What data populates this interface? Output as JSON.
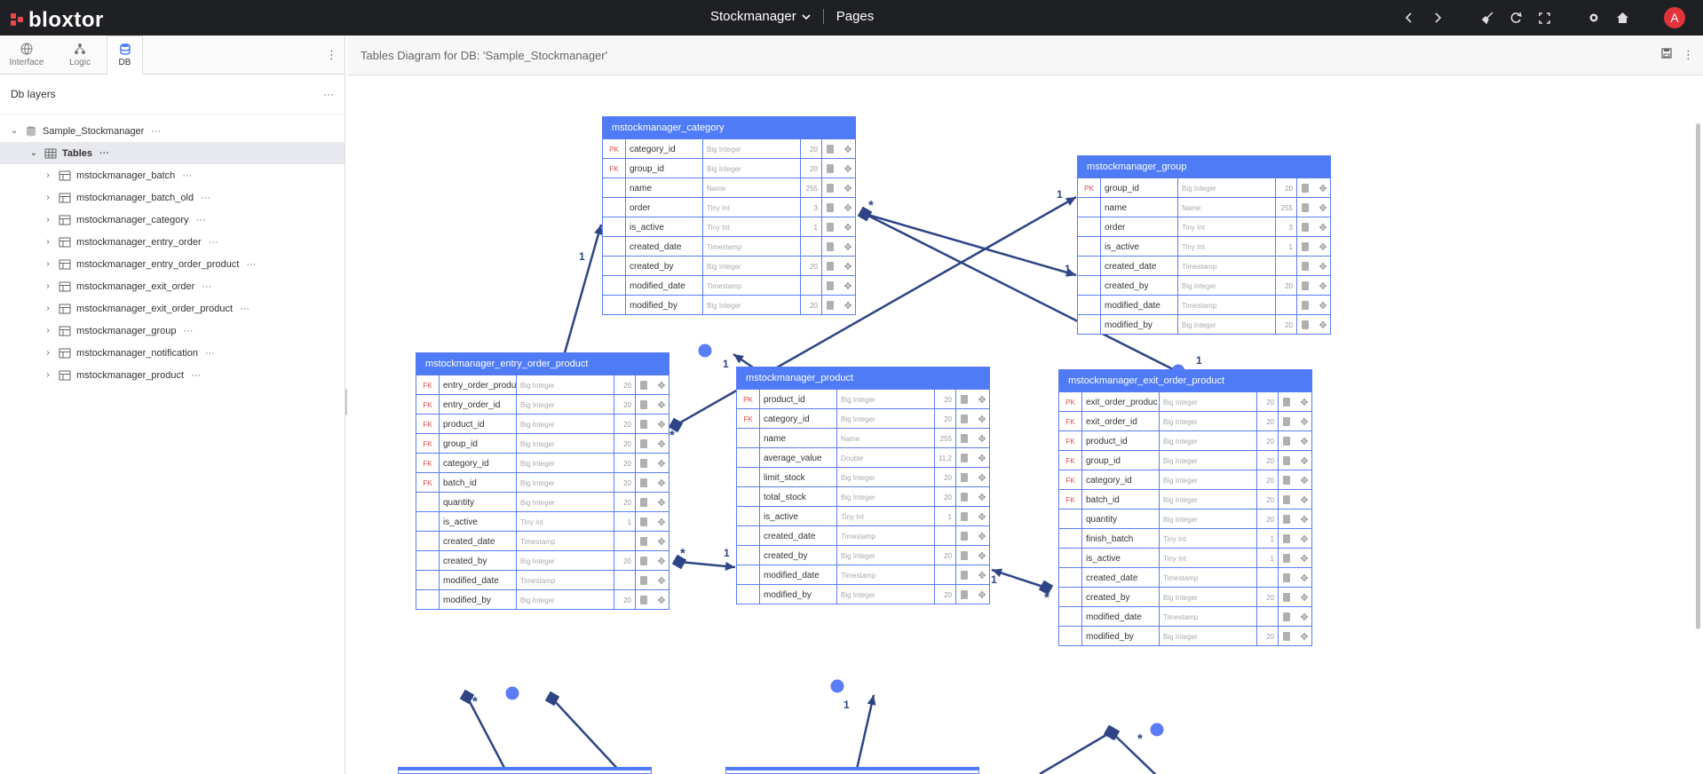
{
  "app": {
    "logo_text": "bloxtor",
    "project": "Stockmanager",
    "pages_label": "Pages",
    "user_initial": "A"
  },
  "left_tabs": [
    {
      "label": "Interface",
      "icon": "globe-icon"
    },
    {
      "label": "Logic",
      "icon": "hierarchy-icon"
    },
    {
      "label": "DB",
      "icon": "database-icon"
    }
  ],
  "panel": {
    "title": "Db layers"
  },
  "tree": {
    "db_name": "Sample_Stockmanager",
    "tables_label": "Tables",
    "items": [
      "mstockmanager_batch",
      "mstockmanager_batch_old",
      "mstockmanager_category",
      "mstockmanager_entry_order",
      "mstockmanager_entry_order_product",
      "mstockmanager_exit_order",
      "mstockmanager_exit_order_product",
      "mstockmanager_group",
      "mstockmanager_notification",
      "mstockmanager_product"
    ]
  },
  "main": {
    "title": "Tables Diagram for DB: 'Sample_Stockmanager'"
  },
  "colors": {
    "accent": "#4f7bf7",
    "edge": "#2e4585",
    "topbar": "#1f2024",
    "fk": "#e24848"
  },
  "relation_labels": {
    "one": "1",
    "many": "*"
  },
  "tables": [
    {
      "name": "mstockmanager_category",
      "columns": [
        {
          "key": "PK",
          "name": "category_id",
          "type": "Big Integer",
          "size": "20"
        },
        {
          "key": "FK",
          "name": "group_id",
          "type": "Big Integer",
          "size": "20"
        },
        {
          "key": "",
          "name": "name",
          "type": "Name",
          "size": "255"
        },
        {
          "key": "",
          "name": "order",
          "type": "Tiny Int",
          "size": "3"
        },
        {
          "key": "",
          "name": "is_active",
          "type": "Tiny Int",
          "size": "1"
        },
        {
          "key": "",
          "name": "created_date",
          "type": "Timestamp",
          "size": ""
        },
        {
          "key": "",
          "name": "created_by",
          "type": "Big Integer",
          "size": "20"
        },
        {
          "key": "",
          "name": "modified_date",
          "type": "Timestamp",
          "size": ""
        },
        {
          "key": "",
          "name": "modified_by",
          "type": "Big Integer",
          "size": "20"
        }
      ]
    },
    {
      "name": "mstockmanager_group",
      "columns": [
        {
          "key": "PK",
          "name": "group_id",
          "type": "Big Integer",
          "size": "20"
        },
        {
          "key": "",
          "name": "name",
          "type": "Name",
          "size": "255"
        },
        {
          "key": "",
          "name": "order",
          "type": "Tiny Int",
          "size": "3"
        },
        {
          "key": "",
          "name": "is_active",
          "type": "Tiny Int",
          "size": "1"
        },
        {
          "key": "",
          "name": "created_date",
          "type": "Timestamp",
          "size": ""
        },
        {
          "key": "",
          "name": "created_by",
          "type": "Big Integer",
          "size": "20"
        },
        {
          "key": "",
          "name": "modified_date",
          "type": "Timestamp",
          "size": ""
        },
        {
          "key": "",
          "name": "modified_by",
          "type": "Big Integer",
          "size": "20"
        }
      ]
    },
    {
      "name": "mstockmanager_entry_order_product",
      "columns": [
        {
          "key": "FK",
          "name": "entry_order_produ",
          "type": "Big Integer",
          "size": "20"
        },
        {
          "key": "FK",
          "name": "entry_order_id",
          "type": "Big Integer",
          "size": "20"
        },
        {
          "key": "FK",
          "name": "product_id",
          "type": "Big Integer",
          "size": "20"
        },
        {
          "key": "FK",
          "name": "group_id",
          "type": "Big Integer",
          "size": "20"
        },
        {
          "key": "FK",
          "name": "category_id",
          "type": "Big Integer",
          "size": "20"
        },
        {
          "key": "FK",
          "name": "batch_id",
          "type": "Big Integer",
          "size": "20"
        },
        {
          "key": "",
          "name": "quantity",
          "type": "Big Integer",
          "size": "20"
        },
        {
          "key": "",
          "name": "is_active",
          "type": "Tiny Int",
          "size": "1"
        },
        {
          "key": "",
          "name": "created_date",
          "type": "Timestamp",
          "size": ""
        },
        {
          "key": "",
          "name": "created_by",
          "type": "Big Integer",
          "size": "20"
        },
        {
          "key": "",
          "name": "modified_date",
          "type": "Timestamp",
          "size": ""
        },
        {
          "key": "",
          "name": "modified_by",
          "type": "Big Integer",
          "size": "20"
        }
      ]
    },
    {
      "name": "mstockmanager_product",
      "columns": [
        {
          "key": "PK",
          "name": "product_id",
          "type": "Big Integer",
          "size": "20"
        },
        {
          "key": "FK",
          "name": "category_id",
          "type": "Big Integer",
          "size": "20"
        },
        {
          "key": "",
          "name": "name",
          "type": "Name",
          "size": "255"
        },
        {
          "key": "",
          "name": "average_value",
          "type": "Double",
          "size": "11,2"
        },
        {
          "key": "",
          "name": "limit_stock",
          "type": "Big Integer",
          "size": "20"
        },
        {
          "key": "",
          "name": "total_stock",
          "type": "Big Integer",
          "size": "20"
        },
        {
          "key": "",
          "name": "is_active",
          "type": "Tiny Int",
          "size": "1"
        },
        {
          "key": "",
          "name": "created_date",
          "type": "Timestamp",
          "size": ""
        },
        {
          "key": "",
          "name": "created_by",
          "type": "Big Integer",
          "size": "20"
        },
        {
          "key": "",
          "name": "modified_date",
          "type": "Timestamp",
          "size": ""
        },
        {
          "key": "",
          "name": "modified_by",
          "type": "Big Integer",
          "size": "20"
        }
      ]
    },
    {
      "name": "mstockmanager_exit_order_product",
      "columns": [
        {
          "key": "PK",
          "name": "exit_order_produc",
          "type": "Big Integer",
          "size": "20"
        },
        {
          "key": "FK",
          "name": "exit_order_id",
          "type": "Big Integer",
          "size": "20"
        },
        {
          "key": "FK",
          "name": "product_id",
          "type": "Big Integer",
          "size": "20"
        },
        {
          "key": "FK",
          "name": "group_id",
          "type": "Big Integer",
          "size": "20"
        },
        {
          "key": "FK",
          "name": "category_id",
          "type": "Big Integer",
          "size": "20"
        },
        {
          "key": "FK",
          "name": "batch_id",
          "type": "Big Integer",
          "size": "20"
        },
        {
          "key": "",
          "name": "quantity",
          "type": "Big Integer",
          "size": "20"
        },
        {
          "key": "",
          "name": "finish_batch",
          "type": "Tiny Int",
          "size": "1"
        },
        {
          "key": "",
          "name": "is_active",
          "type": "Tiny Int",
          "size": "1"
        },
        {
          "key": "",
          "name": "created_date",
          "type": "Timestamp",
          "size": ""
        },
        {
          "key": "",
          "name": "created_by",
          "type": "Big Integer",
          "size": "20"
        },
        {
          "key": "",
          "name": "modified_date",
          "type": "Timestamp",
          "size": ""
        },
        {
          "key": "",
          "name": "modified_by",
          "type": "Big Integer",
          "size": "20"
        }
      ]
    }
  ]
}
